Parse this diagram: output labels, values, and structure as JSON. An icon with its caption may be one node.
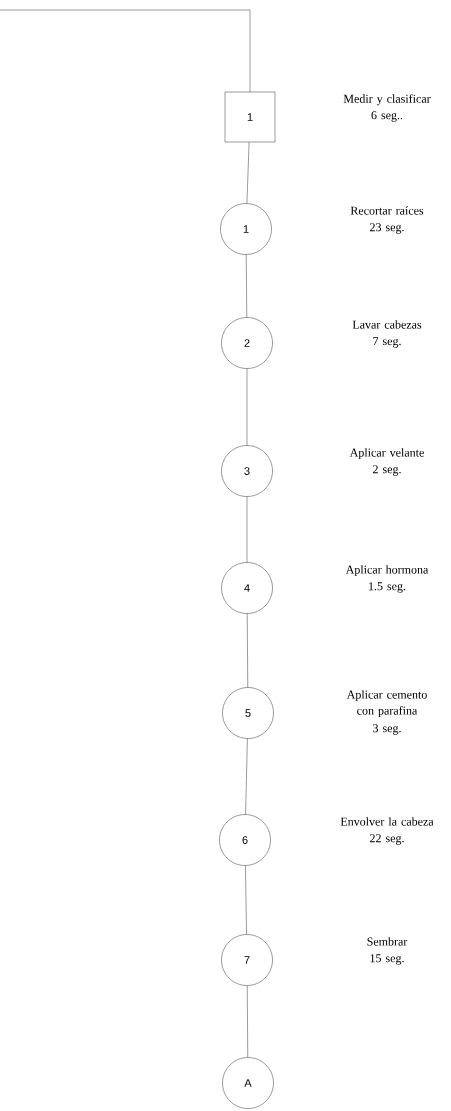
{
  "diagram": {
    "nodes": [
      {
        "text": [
          "1"
        ],
        "beside": [
          "Medir y clasificar",
          "6 seg.."
        ]
      },
      {
        "text": [
          "1"
        ],
        "beside": [
          "Recortar raíces",
          "23 seg."
        ]
      },
      {
        "text": [
          "2"
        ],
        "beside": [
          "Lavar cabezas",
          "7 seg."
        ]
      },
      {
        "text": [
          "3"
        ],
        "beside": [
          "Aplicar velante",
          "2 seg."
        ]
      },
      {
        "text": [
          "4"
        ],
        "beside": [
          "Aplicar hormona",
          "1.5 seg."
        ]
      },
      {
        "text": [
          "5"
        ],
        "beside": [
          "Aplicar cemento con parafina",
          "3 seg."
        ]
      },
      {
        "text": [
          "6"
        ],
        "beside": [
          "Envolver la cabeza",
          "22 seg."
        ]
      },
      {
        "text": [
          "7"
        ],
        "beside": [
          "Sembrar",
          "15 seg."
        ]
      },
      {
        "text": [
          "A"
        ]
      }
    ],
    "edges": [
      {
        "from": null,
        "to": 0,
        "arrow": "none"
      },
      {
        "from": 0,
        "to": 1,
        "arrow": "none"
      },
      {
        "from": 1,
        "to": 2,
        "arrow": "none"
      },
      {
        "from": 2,
        "to": 3,
        "arrow": "none"
      },
      {
        "from": 3,
        "to": 4,
        "arrow": "none"
      },
      {
        "from": 4,
        "to": 5,
        "arrow": "none"
      },
      {
        "from": 5,
        "to": 6,
        "arrow": "none"
      },
      {
        "from": 6,
        "to": 7,
        "arrow": "none"
      },
      {
        "from": 7,
        "to": 8,
        "arrow": "none"
      }
    ]
  }
}
